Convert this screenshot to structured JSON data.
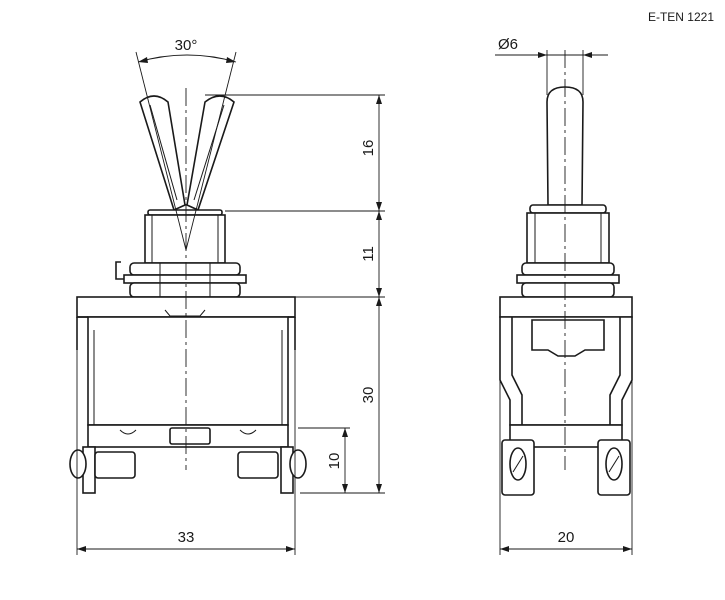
{
  "product_code": "E-TEN 1221",
  "dimensions": {
    "lever_angle": "30°",
    "lever_diameter": "Ø6",
    "lever_height": "16",
    "bushing_height": "11",
    "body_height": "30",
    "terminal_height": "10",
    "body_width_front": "33",
    "body_width_side": "20"
  }
}
